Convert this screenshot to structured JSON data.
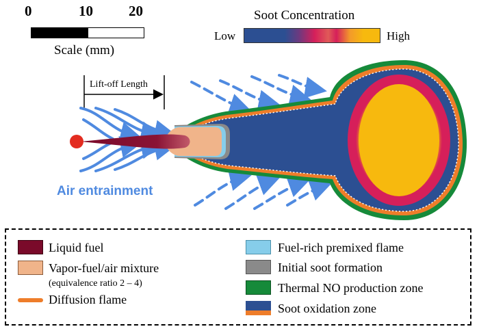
{
  "scale": {
    "ticks": [
      "0",
      "10",
      "20"
    ],
    "label": "Scale (mm)"
  },
  "soot_concentration": {
    "title": "Soot Concentration",
    "low_label": "Low",
    "high_label": "High"
  },
  "diagram": {
    "liftoff_label": "Lift-off Length",
    "air_label": "Air entrainment"
  },
  "legend": {
    "left": [
      {
        "label": "Liquid fuel"
      },
      {
        "label": "Vapor-fuel/air mixture",
        "note": "(equivalence ratio 2 – 4)"
      },
      {
        "label": "Diffusion flame"
      }
    ],
    "right": [
      {
        "label": "Fuel-rich premixed flame"
      },
      {
        "label": "Initial soot formation"
      },
      {
        "label": "Thermal NO production zone"
      },
      {
        "label": "Soot oxidation zone"
      }
    ]
  },
  "colors": {
    "liquid_fuel": "#7a0a2a",
    "vapor_mixture": "#f0b48a",
    "diffusion_flame": "#ee7d2a",
    "premixed_flame": "#86cdea",
    "initial_soot": "#8a8a8a",
    "thermal_no": "#168a3a",
    "soot_low": "#2c4f92",
    "soot_mid": "#d61f5a",
    "soot_high": "#f7b90e",
    "air": "#4f8ae0"
  }
}
